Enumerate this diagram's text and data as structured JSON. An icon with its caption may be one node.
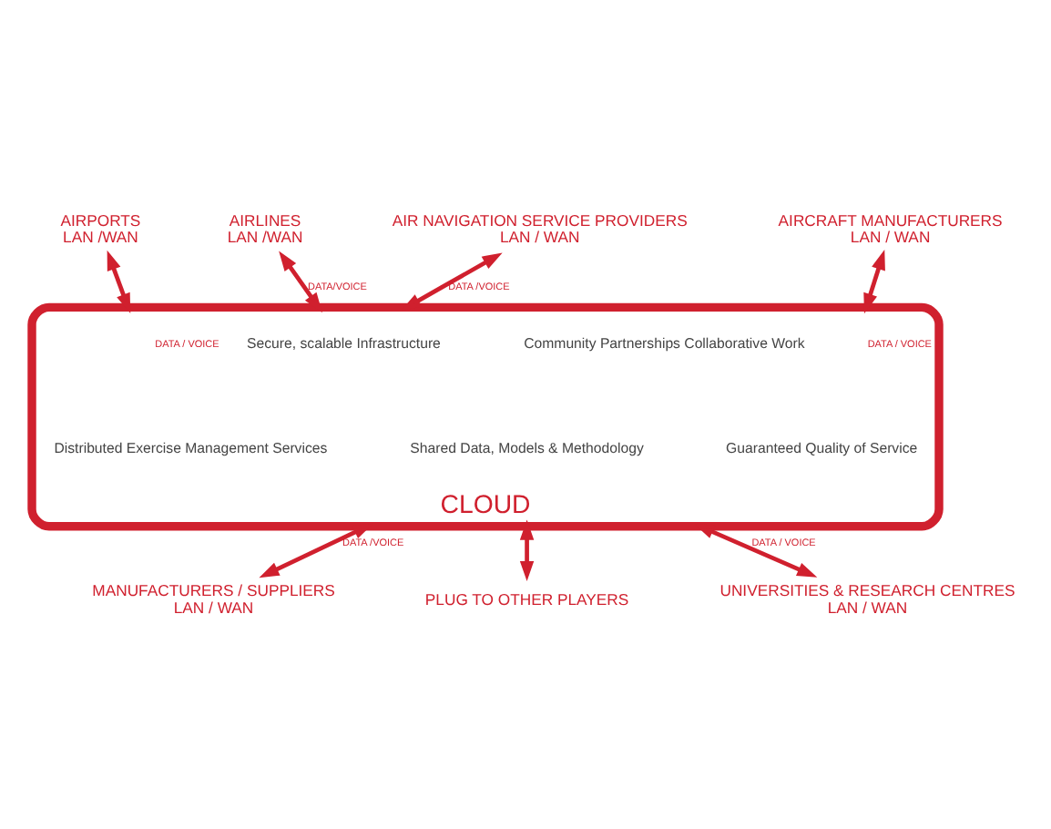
{
  "diagram": {
    "nodes": [
      {
        "text": [
          "AIRLINES",
          "LAN /WAN"
        ]
      },
      {
        "text": [
          "AIR NAVIGATION SERVICE PROVIDERS",
          "LAN / WAN"
        ]
      },
      {
        "text": [
          "AIRPORTS",
          "LAN /WAN"
        ]
      },
      {
        "text": [
          "CLOUD"
        ]
      },
      {
        "text": [
          "Secure, scalable Infrastructure"
        ],
        "in": 3
      },
      {
        "text": [
          "Community Partnerships Collaborative Work"
        ],
        "in": 3
      },
      {
        "text": [
          "Distributed Exercise Management Services"
        ],
        "in": 3
      },
      {
        "text": [
          "Shared Data, Models & Methodology"
        ],
        "in": 3
      },
      {
        "text": [
          "Guaranteed Quality of Service"
        ],
        "in": 3
      },
      {
        "text": [
          "AIRCRAFT MANUFACTURERS",
          "LAN / WAN"
        ]
      },
      {
        "text": [
          "MANUFACTURERS / SUPPLIERS",
          "LAN / WAN"
        ]
      },
      {
        "text": [
          "PLUG TO OTHER PLAYERS"
        ]
      },
      {
        "text": [
          "UNIVERSITIES & RESEARCH CENTRES",
          "LAN / WAN"
        ]
      }
    ],
    "edges": [
      {
        "from": 0,
        "to": 3,
        "arrow": "both",
        "label": "DATA/VOICE"
      },
      {
        "from": 1,
        "to": 3,
        "arrow": "both",
        "label": "DATA /VOICE"
      },
      {
        "from": 2,
        "to": 3,
        "arrow": "both",
        "label": "DATA / VOICE"
      },
      {
        "from": 9,
        "to": 3,
        "arrow": "both",
        "label": "DATA / VOICE"
      },
      {
        "from": 10,
        "to": 3,
        "arrow": "both",
        "label": "DATA /VOICE"
      },
      {
        "from": 11,
        "to": 3,
        "arrow": "both"
      },
      {
        "from": 12,
        "to": 3,
        "arrow": "both",
        "label": "DATA / VOICE"
      }
    ]
  }
}
